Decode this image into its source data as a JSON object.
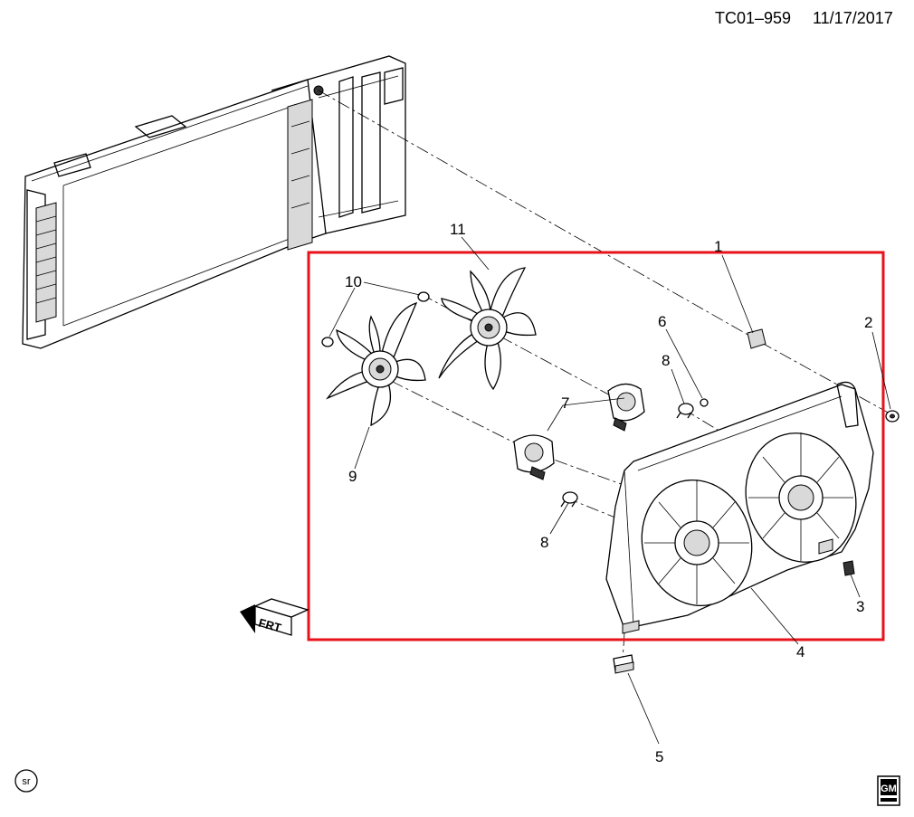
{
  "header": {
    "drawing_id": "TC01–959",
    "date": "11/17/2017"
  },
  "callouts": [
    {
      "number": "1"
    },
    {
      "number": "2"
    },
    {
      "number": "3"
    },
    {
      "number": "4"
    },
    {
      "number": "5"
    },
    {
      "number": "6"
    },
    {
      "number": "7"
    },
    {
      "number": "8"
    },
    {
      "number": "8"
    },
    {
      "number": "9"
    },
    {
      "number": "10"
    },
    {
      "number": "11"
    }
  ],
  "direction_marker": {
    "label": "FRT"
  },
  "badges": {
    "left": "sr",
    "right": "GM"
  },
  "colors": {
    "highlight_box": "#e8121b",
    "line": "#000000"
  }
}
